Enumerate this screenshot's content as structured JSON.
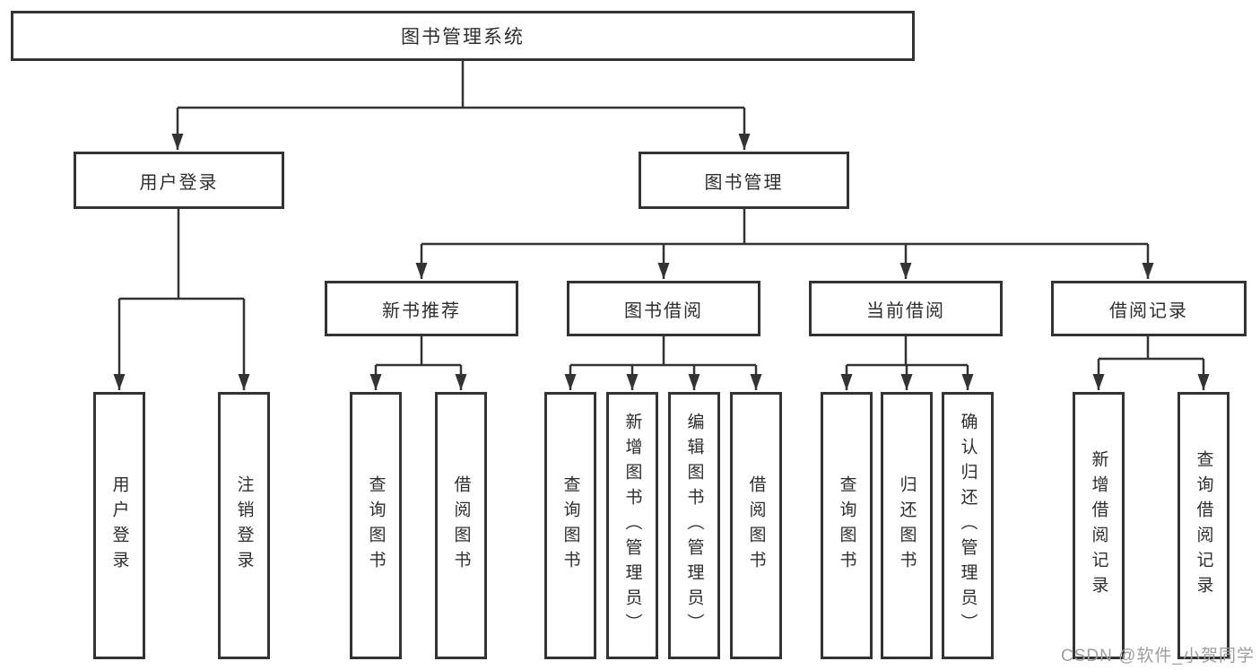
{
  "diagram": {
    "root": {
      "label": "图书管理系统"
    },
    "branches": [
      {
        "label": "用户登录",
        "children": [
          {
            "label": "用户登录"
          },
          {
            "label": "注销登录"
          }
        ]
      },
      {
        "label": "图书管理",
        "sections": [
          {
            "label": "新书推荐",
            "children": [
              {
                "label": "查询图书"
              },
              {
                "label": "借阅图书"
              }
            ]
          },
          {
            "label": "图书借阅",
            "children": [
              {
                "label": "查询图书"
              },
              {
                "label": "新增图书（管理员）"
              },
              {
                "label": "编辑图书（管理员）"
              },
              {
                "label": "借阅图书"
              }
            ]
          },
          {
            "label": "当前借阅",
            "children": [
              {
                "label": "查询图书"
              },
              {
                "label": "归还图书"
              },
              {
                "label": "确认归还（管理员）"
              }
            ]
          },
          {
            "label": "借阅记录",
            "children": [
              {
                "label": "新增借阅记录"
              },
              {
                "label": "查询借阅记录"
              }
            ]
          }
        ]
      }
    ]
  },
  "watermark": {
    "text": "CSDN @软件_小贺同学"
  },
  "colors": {
    "line": "#333333",
    "box_border": "#333333",
    "text": "#2e2e2e",
    "watermark": "#9e9e9e",
    "background": "#ffffff"
  }
}
